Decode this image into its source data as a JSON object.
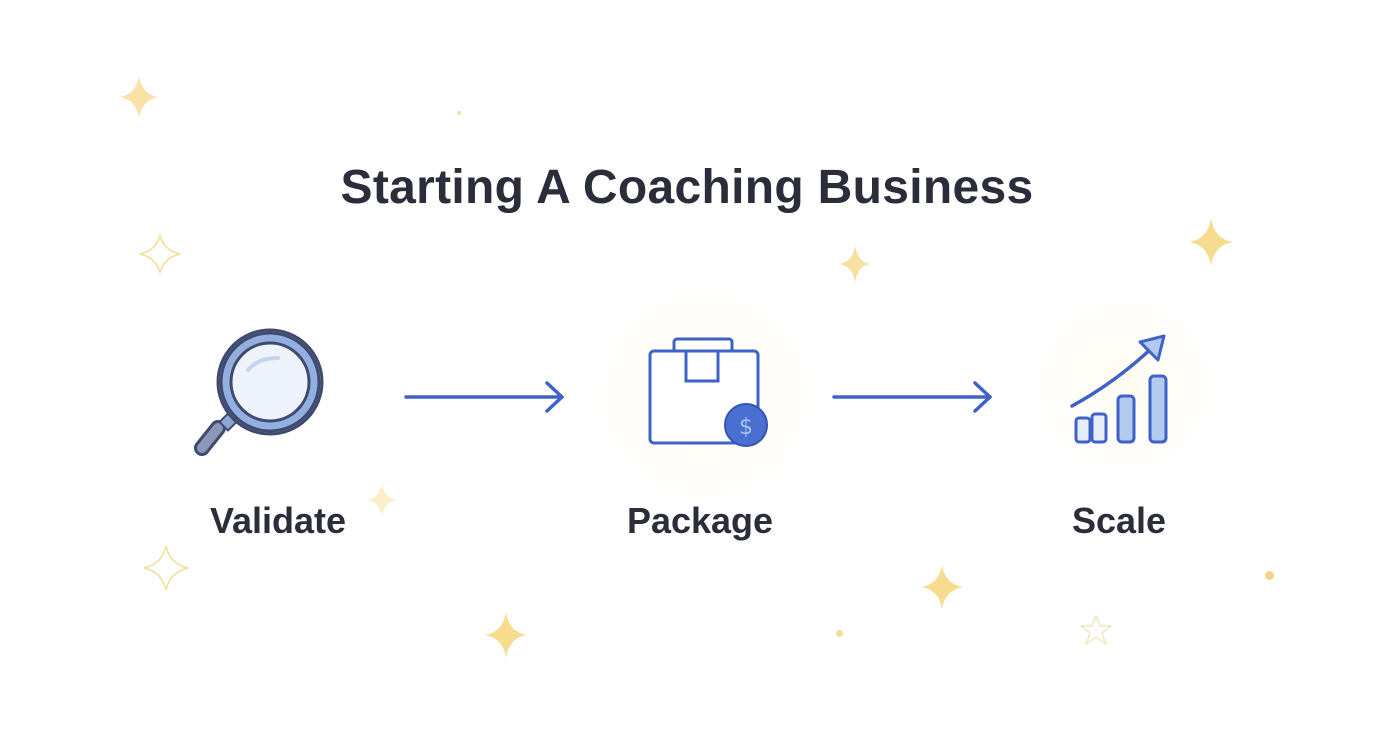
{
  "title": "Starting A Coaching Business",
  "colors": {
    "text": "#2b2d3a",
    "accent_blue": "#3e62c8",
    "light_blue": "#a9c1ee",
    "sparkle": "#f7dc8f"
  },
  "steps": [
    {
      "label": "Validate",
      "icon": "magnifying-glass-icon"
    },
    {
      "label": "Package",
      "icon": "box-with-dollar-coin-icon"
    },
    {
      "label": "Scale",
      "icon": "growth-chart-icon"
    }
  ],
  "connectors": [
    {
      "from": "Validate",
      "to": "Package",
      "icon": "arrow-right-icon"
    },
    {
      "from": "Package",
      "to": "Scale",
      "icon": "arrow-right-icon"
    }
  ]
}
